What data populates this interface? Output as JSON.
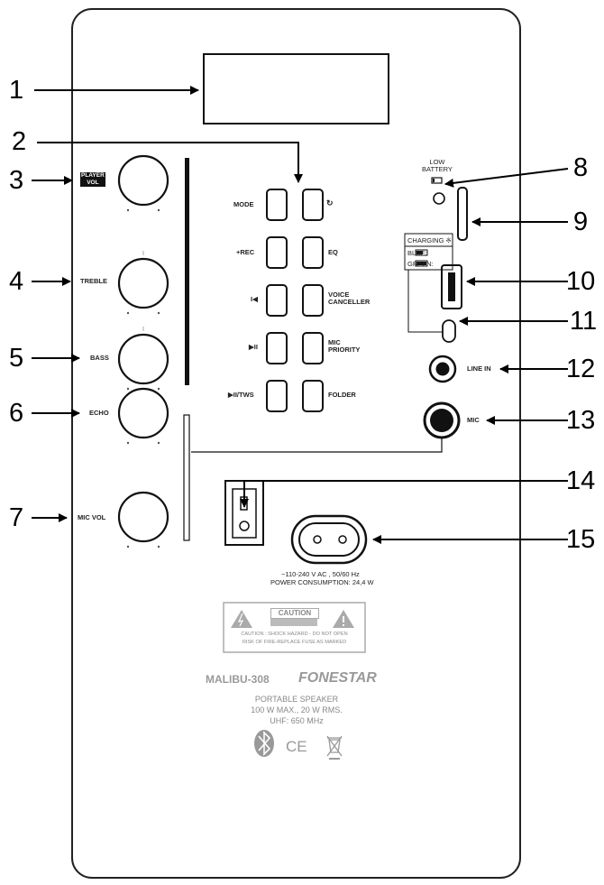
{
  "callouts": [
    "1",
    "2",
    "3",
    "4",
    "5",
    "6",
    "7",
    "8",
    "9",
    "10",
    "11",
    "12",
    "13",
    "14",
    "15"
  ],
  "knobs": {
    "player_vol": [
      "PLAYER",
      "VOL"
    ],
    "treble": "TREBLE",
    "bass": "BASS",
    "echo": "ECHO",
    "mic_vol": "MIC VOL"
  },
  "buttons": {
    "mode": "MODE",
    "repeat": "↻",
    "rec": "+REC",
    "eq": "EQ",
    "prev": "I◀",
    "voice_canceller": [
      "VOICE",
      "CANCELLER"
    ],
    "play_pause": "▶II",
    "mic_priority": [
      "MIC",
      "PRIORITY"
    ],
    "play_tws": "▶II/TWS",
    "folder": "FOLDER"
  },
  "indicators": {
    "low_battery": [
      "LOW",
      "BATTERY"
    ],
    "charging": "CHARGING",
    "blue": "BLUE:",
    "green": "GREEN:"
  },
  "jacks": {
    "line_in": "LINE IN",
    "mic": "MIC"
  },
  "power": {
    "voltage": "~110-240 V AC , 50/60 Hz",
    "consumption": "POWER CONSUMPTION: 24,4 W"
  },
  "caution": {
    "title": "CAUTION",
    "line1": "CAUTION : SHOCK HAZARD - DO NOT OPEN",
    "line2": "RISK OF FIRE-REPLACE FUSE AS MARKED"
  },
  "product": {
    "model": "MALIBU-308",
    "brand": "FONESTAR",
    "type": "PORTABLE SPEAKER",
    "power": "100 W MAX., 20 W RMS.",
    "uhf": "UHF: 650 MHz"
  },
  "certifications": {
    "ce": "CE"
  }
}
